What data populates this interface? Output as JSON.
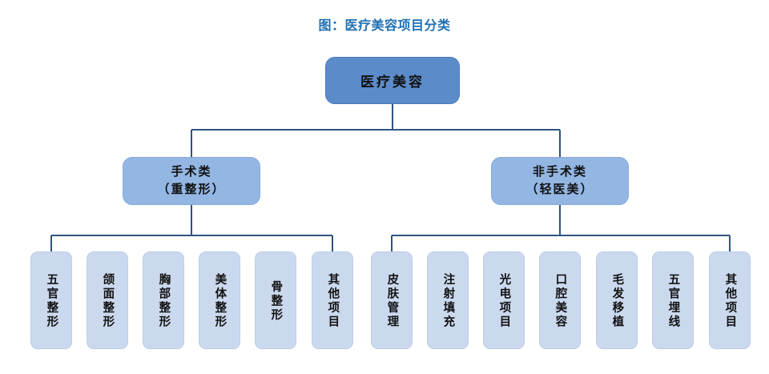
{
  "title": "图：医疗美容项目分类",
  "colors": {
    "title": "#1F6FB2",
    "root_fill": "#5B8BC9",
    "branch_fill": "#93B6E3",
    "leaf_fill": "#CBD9EE",
    "connector": "#2E5481",
    "background": "#FFFFFF"
  },
  "chart_data": {
    "type": "diagram",
    "diagram_kind": "org-tree",
    "title": "图：医疗美容项目分类",
    "orientation": "top-down",
    "levels": 3,
    "root": {
      "id": "root",
      "label": "医疗美容"
    },
    "branches": [
      {
        "id": "surgical",
        "label_line1": "手术类",
        "label_line2": "（重整形）",
        "label": "手术类（重整形）",
        "children_count": 6,
        "children": [
          {
            "id": "leaf-wuguan-zhengxing",
            "label": "五官整形"
          },
          {
            "id": "leaf-hemian-zhengxing",
            "label": "颌面整形"
          },
          {
            "id": "leaf-xiongbu-zhengxing",
            "label": "胸部整形"
          },
          {
            "id": "leaf-meiti-zhengxing",
            "label": "美体整形"
          },
          {
            "id": "leaf-gu-zhengxing",
            "label": "骨整形"
          },
          {
            "id": "leaf-qita-xiangmu-left",
            "label": "其他项目"
          }
        ]
      },
      {
        "id": "non-surgical",
        "label_line1": "非手术类",
        "label_line2": "（轻医美）",
        "label": "非手术类（轻医美）",
        "children_count": 7,
        "children": [
          {
            "id": "leaf-pifu-guanli",
            "label": "皮肤管理"
          },
          {
            "id": "leaf-zhushe-tianchong",
            "label": "注射填充"
          },
          {
            "id": "leaf-guangdian-xiangmu",
            "label": "光电项目"
          },
          {
            "id": "leaf-kouqiang-meirong",
            "label": "口腔美容"
          },
          {
            "id": "leaf-maofa-yizhi",
            "label": "毛发移植"
          },
          {
            "id": "leaf-wuguan-maixian",
            "label": "五官埋线"
          },
          {
            "id": "leaf-qita-xiangmu-right",
            "label": "其他项目"
          }
        ]
      }
    ]
  }
}
